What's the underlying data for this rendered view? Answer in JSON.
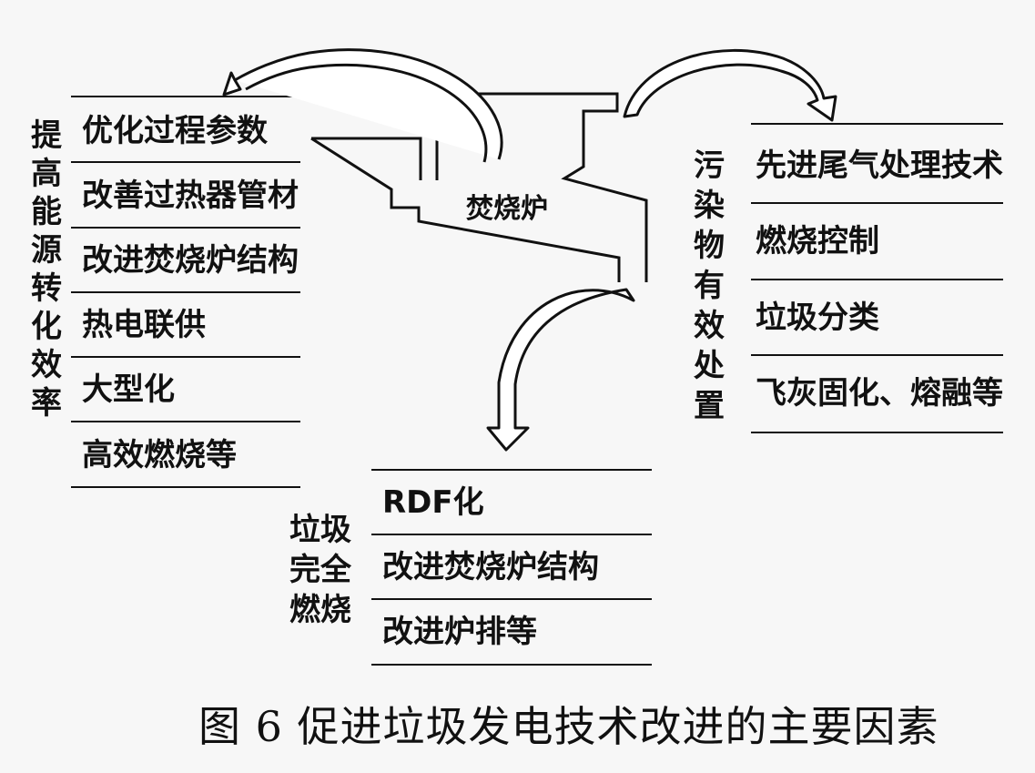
{
  "diagram": {
    "furnace_label": "焚烧炉",
    "left_group": {
      "label": "提\n高\n能\n源\n转\n化\n效\n率",
      "items": [
        "优化过程参数",
        "改善过热器管材",
        "改进焚烧炉结构",
        "热电联供",
        "大型化",
        "高效燃烧等"
      ]
    },
    "right_group": {
      "label": "污\n染\n物\n有\n效\n处\n置",
      "items": [
        "先进尾气处理技术",
        "燃烧控制",
        "垃圾分类",
        "飞灰固化、熔融等"
      ]
    },
    "bottom_group": {
      "label": "垃圾\n完全\n燃烧",
      "items": [
        "RDF化",
        "改进焚烧炉结构",
        "改进炉排等"
      ]
    }
  },
  "caption": "图 6   促进垃圾发电技术改进的主要因素"
}
